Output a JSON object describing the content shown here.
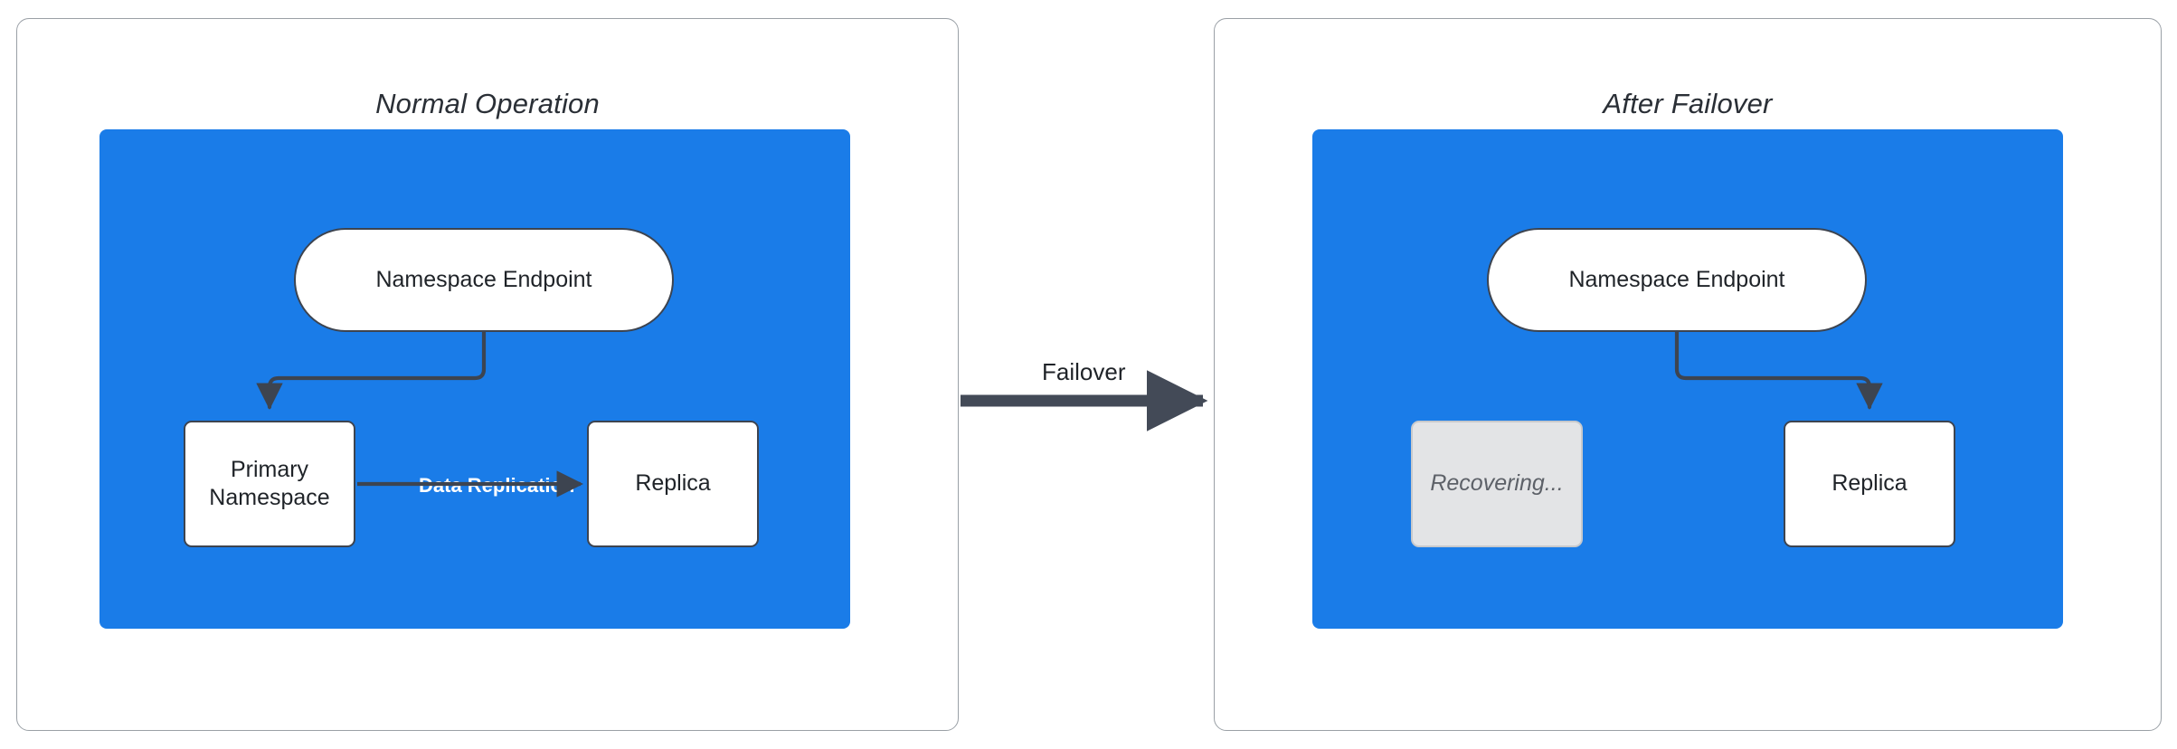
{
  "diagram": {
    "type": "failover-architecture",
    "background": "#ffffff",
    "accent_blue": "#1a7ce8",
    "stroke_dark": "#3d4450",
    "panel_border": "#9aa0a6",
    "ghost_fill": "#e3e4e6",
    "ghost_text": "#5d6168"
  },
  "panels": [
    {
      "id": "normal-operation",
      "title": "Normal Operation",
      "nodes": [
        {
          "id": "endpoint-left",
          "label": "Namespace Endpoint",
          "shape": "pill"
        },
        {
          "id": "primary",
          "label": "Primary\nNamespace",
          "line1": "Primary",
          "line2": "Namespace",
          "shape": "rounded-rect"
        },
        {
          "id": "replica-left",
          "label": "Replica",
          "shape": "rounded-rect"
        }
      ],
      "edges": [
        {
          "from": "endpoint-left",
          "to": "primary",
          "label": ""
        },
        {
          "from": "primary",
          "to": "replica-left",
          "label": "Data Replication"
        }
      ]
    },
    {
      "id": "after-failover",
      "title": "After Failover",
      "nodes": [
        {
          "id": "endpoint-right",
          "label": "Namespace Endpoint",
          "shape": "pill"
        },
        {
          "id": "recovering",
          "label": "Recovering...",
          "shape": "rounded-rect-disabled"
        },
        {
          "id": "replica-right",
          "label": "Replica",
          "shape": "rounded-rect"
        }
      ],
      "edges": [
        {
          "from": "endpoint-right",
          "to": "replica-right",
          "label": ""
        }
      ]
    }
  ],
  "transition": {
    "label": "Failover",
    "from_panel": "normal-operation",
    "to_panel": "after-failover",
    "direction": "right"
  }
}
